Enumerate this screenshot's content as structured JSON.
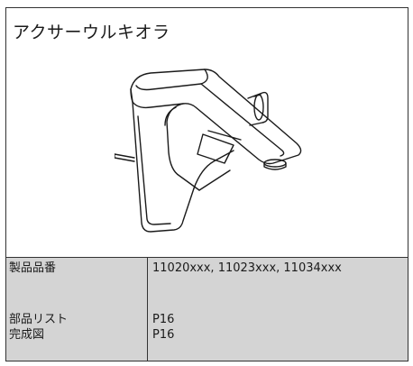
{
  "product": {
    "title": "アクサーウルキオラ",
    "image_alt": "faucet-illustration"
  },
  "info_table": {
    "rows": [
      {
        "label": "製品品番",
        "value": "11020xxx, 11023xxx, 11034xxx"
      },
      {
        "label": "部品リスト",
        "value": "P16"
      },
      {
        "label": "完成図",
        "value": "P16"
      }
    ]
  },
  "colors": {
    "border": "#333333",
    "table_bg": "#d4d4d4",
    "text": "#1a1a1a"
  }
}
